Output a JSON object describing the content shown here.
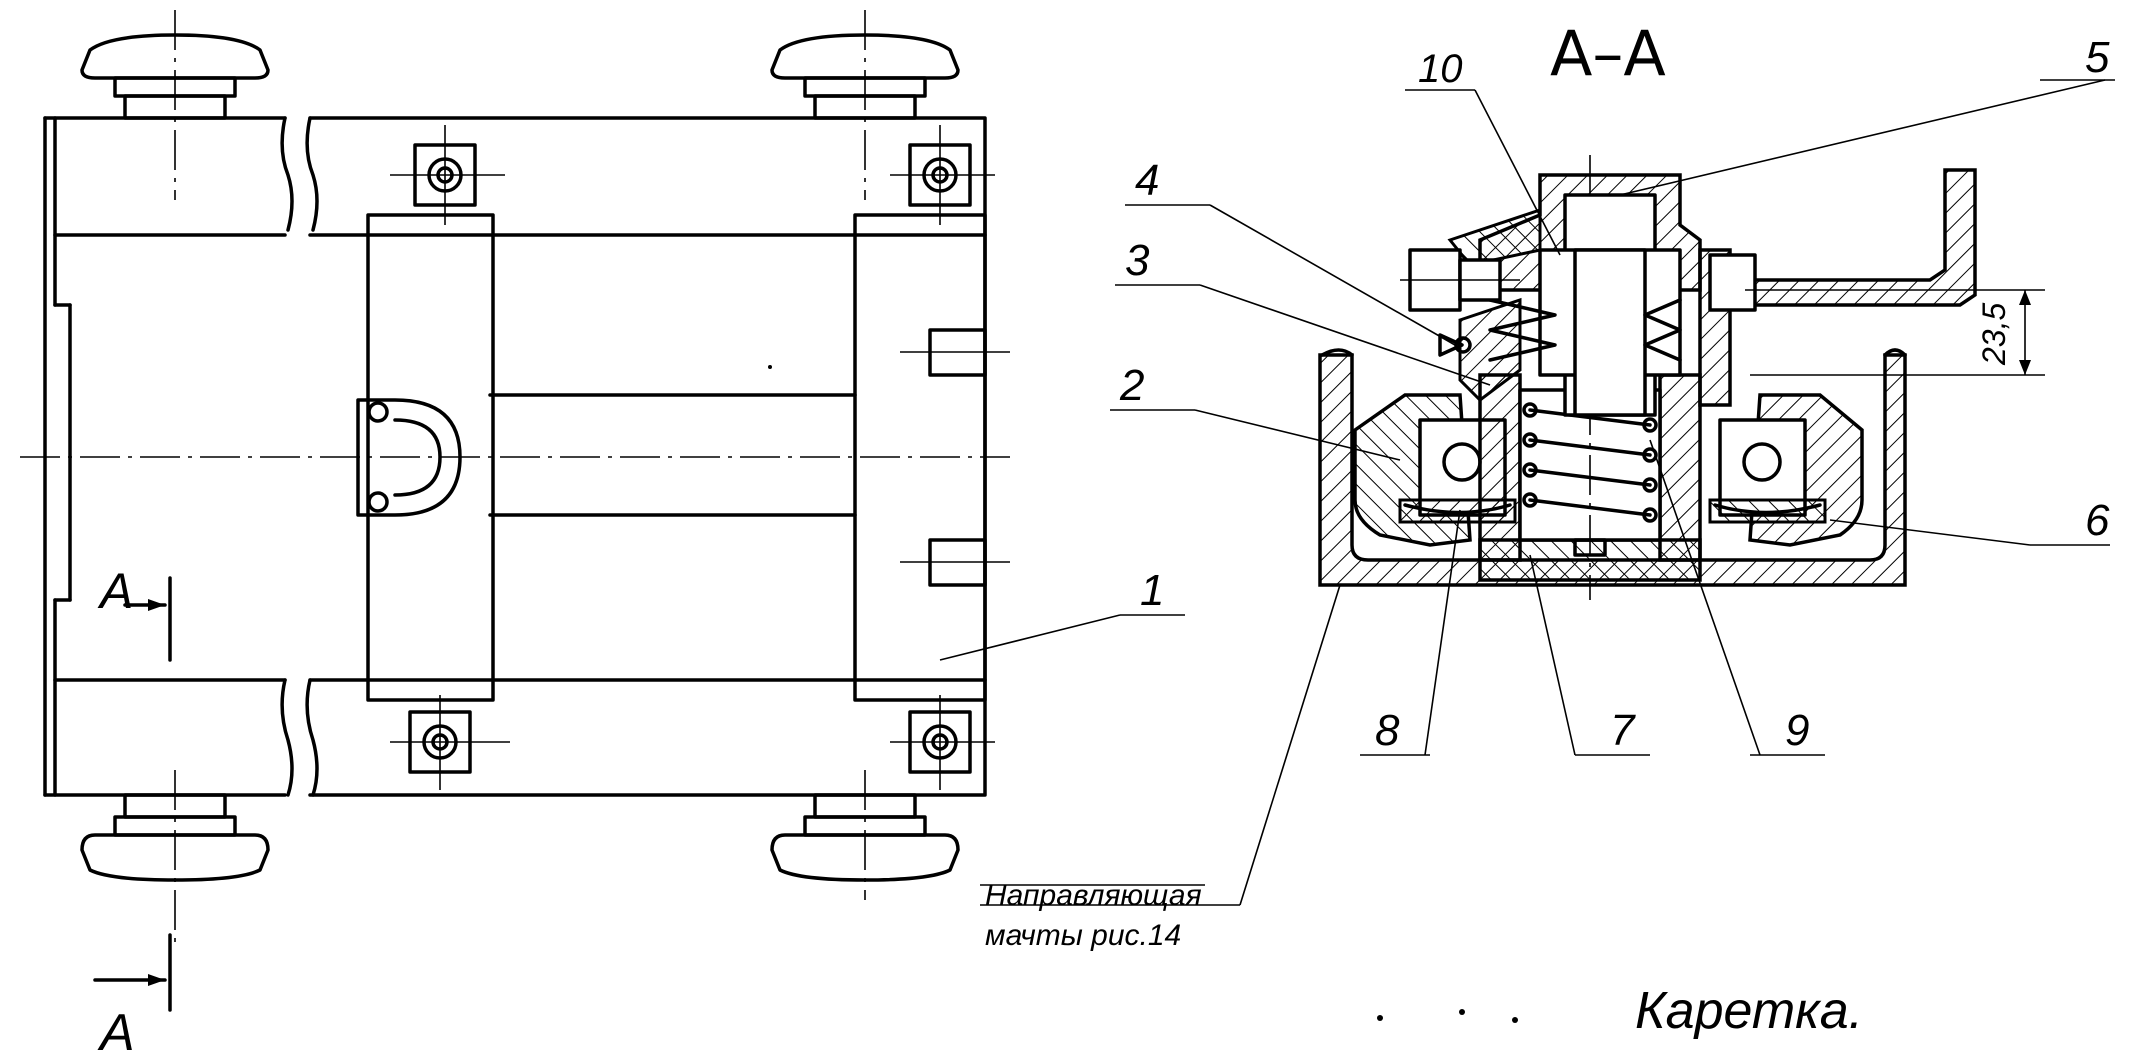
{
  "drawing": {
    "section_title": "A–A",
    "section_mark_top": "A",
    "section_mark_bottom": "A",
    "caption": "Каретка.",
    "dimension": "23,5",
    "note": {
      "line1": "Направляющая",
      "line2": "мачты рис.14"
    },
    "callouts": [
      "1",
      "2",
      "3",
      "4",
      "5",
      "6",
      "7",
      "8",
      "9",
      "10"
    ]
  }
}
